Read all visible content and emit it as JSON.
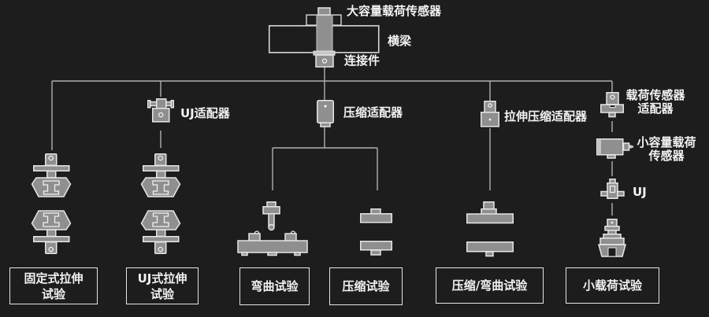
{
  "header": {
    "large_load_sensor": "大容量载荷传感器",
    "crossbeam": "横梁",
    "connector": "连接件"
  },
  "adapters": {
    "uj_adapter": "UJ适配器",
    "compression_adapter": "压缩适配器",
    "tension_compression_adapter": "拉伸压缩适配器",
    "load_sensor_adapter": {
      "line1": "载荷传感器",
      "line2": "适配器"
    },
    "small_load_sensor": {
      "line1": "小容量载荷",
      "line2": "传感器"
    },
    "uj": "UJ"
  },
  "tests": {
    "fixed_tensile": {
      "line1": "固定式拉伸",
      "line2": "试验"
    },
    "uj_tensile": {
      "line1": "UJ式拉伸",
      "line2": "试验"
    },
    "bending": {
      "line1": "弯曲试验"
    },
    "compression": {
      "line1": "压缩试验"
    },
    "compression_bending": {
      "line1": "压缩/弯曲试验"
    },
    "small_load": {
      "line1": "小载荷试验"
    }
  },
  "icons": [
    "load-sensor-crossbeam-icon",
    "uj-adapter-icon",
    "compression-adapter-icon",
    "tension-compression-adapter-icon",
    "load-sensor-adapter-icon",
    "small-load-sensor-icon",
    "uj-joint-icon",
    "tensile-grip-upper-icon",
    "tensile-grip-lower-icon",
    "bend-indenter-icon",
    "bend-fixture-icon",
    "compression-platen-upper-icon",
    "compression-platen-lower-icon",
    "wide-platen-upper-icon",
    "wide-platen-lower-icon",
    "small-grip-icon"
  ],
  "colors": {
    "background": "#1d1d1d",
    "line": "#b0b0b0",
    "icon_fill": "#8f8f8f",
    "icon_outline": "#e6e6e6",
    "text": "#f2f2f2"
  }
}
